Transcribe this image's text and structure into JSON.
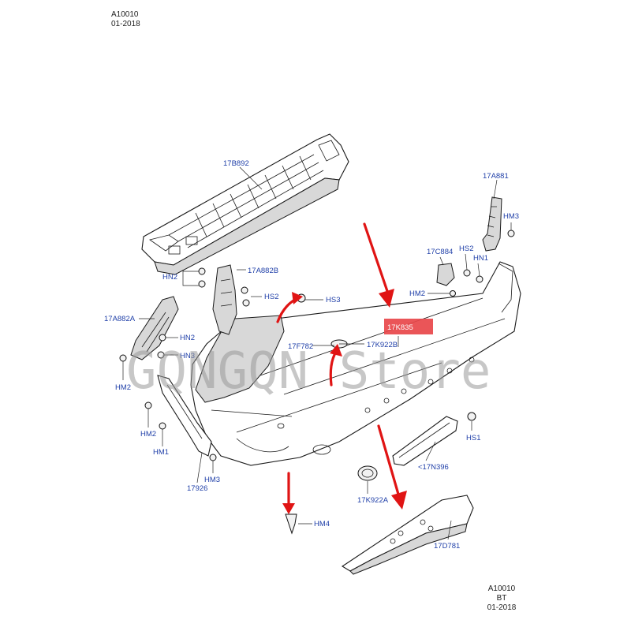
{
  "header": {
    "code": "A10010",
    "date": "01-2018"
  },
  "footer": {
    "code": "A10010",
    "variant": "BT",
    "date": "01-2018"
  },
  "watermark": "GQNGQN Store",
  "highlight_color": "#e8474a",
  "arrow_color": "#e01414",
  "labels": {
    "p17B892": "17B892",
    "p17A881": "17A881",
    "hm3_top": "HM3",
    "p17C884": "17C884",
    "hs2_right": "HS2",
    "hn1": "HN1",
    "hm2_right": "HM2",
    "p17K835": "17K835",
    "p17K922B": "17K922B",
    "p17F782": "17F782",
    "hs3": "HS3",
    "hs2_left": "HS2",
    "p17A882B": "17A882B",
    "hn2_top": "HN2",
    "p17A882A": "17A882A",
    "hn2_mid": "HN2",
    "hn3": "HN3",
    "hm2_a": "HM2",
    "hm2_b": "HM2",
    "hm1": "HM1",
    "hm3_bottom": "HM3",
    "p17926": "17926",
    "hm4": "HM4",
    "p17K922A": "17K922A",
    "p17N396": "<17N396",
    "hs1": "HS1",
    "p17D781": "17D781"
  }
}
